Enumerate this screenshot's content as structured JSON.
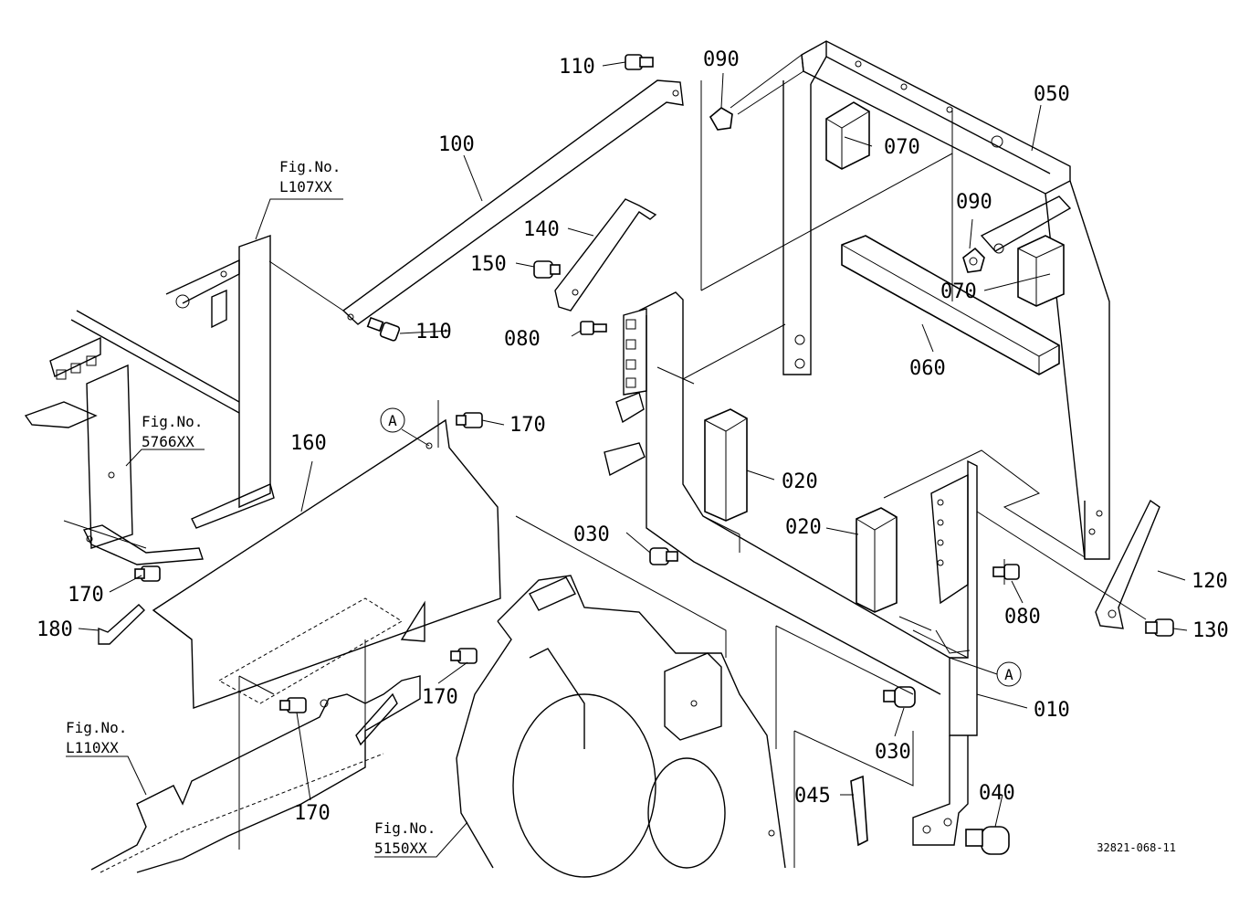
{
  "part_labels": {
    "p110a": "110",
    "p090a": "090",
    "p050": "050",
    "p100": "100",
    "p070a": "070",
    "p140": "140",
    "p090b": "090",
    "p150": "150",
    "p070b": "070",
    "p110b": "110",
    "p080a": "080",
    "p060": "060",
    "p170a": "170",
    "p160": "160",
    "p020a": "020",
    "p020b": "020",
    "p030a": "030",
    "p120": "120",
    "p080b": "080",
    "p130": "130",
    "p170b": "170",
    "p180": "180",
    "p170c": "170",
    "p010": "010",
    "p030b": "030",
    "p170d": "170",
    "p045": "045",
    "p040": "040"
  },
  "callouts": {
    "a1": "A",
    "a2": "A"
  },
  "figure_refs": [
    {
      "line1": "Fig.No.",
      "line2": "L107XX"
    },
    {
      "line1": "Fig.No.",
      "line2": "5766XX"
    },
    {
      "line1": "Fig.No.",
      "line2": "L110XX"
    },
    {
      "line1": "Fig.No.",
      "line2": "5150XX"
    }
  ],
  "drawing_number": "32821-068-11"
}
